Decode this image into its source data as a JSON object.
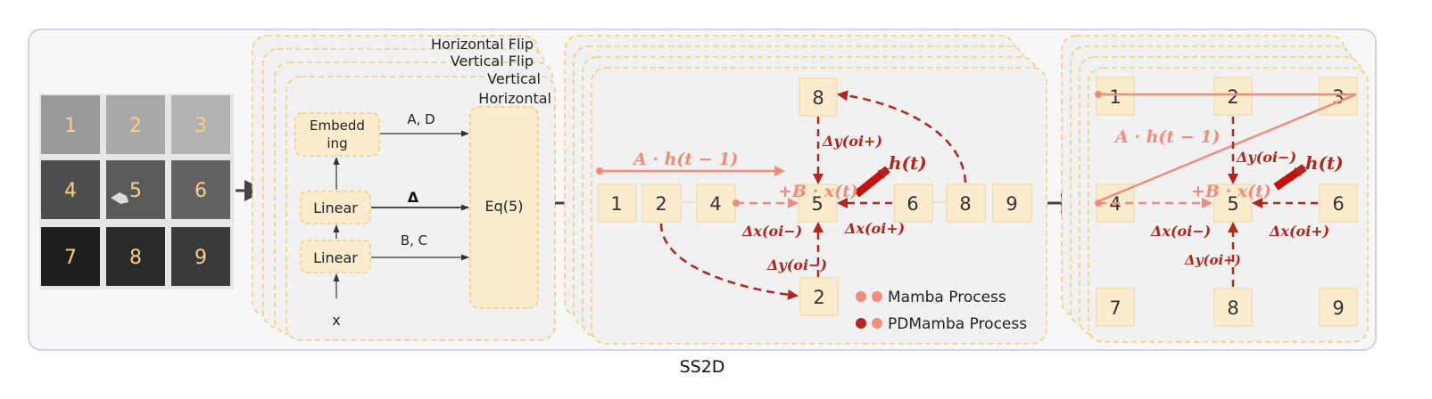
{
  "caption": "SS2D",
  "grid_cells": [
    "1",
    "2",
    "3",
    "4",
    "5",
    "6",
    "7",
    "8",
    "9"
  ],
  "stack_labels": [
    "Horizontal Flip",
    "Vertical Flip",
    "Vertical",
    "Horizontal"
  ],
  "ssm": {
    "embedding": "Embedd\ning",
    "linear_top": "Linear",
    "linear_bottom": "Linear",
    "input": "x",
    "eq": "Eq(5)",
    "arrow_ad": "A, D",
    "arrow_delta": "Δ",
    "arrow_bc": "B, C"
  },
  "scan": {
    "row_cells": [
      "1",
      "2",
      "4",
      "5",
      "6",
      "8",
      "9"
    ],
    "top_cell": "8",
    "bottom_cell": "2",
    "dots": "·····",
    "ah_label": "A · h(t − 1)",
    "bx_label": "+B · x(t)",
    "h_label": "h(t)",
    "delta_y_minus": "Δy(oi−)",
    "delta_y_plus": "Δy(oi+)",
    "delta_x_minus": "Δx(oi−)",
    "delta_x_plus": "Δx(oi+)"
  },
  "legend": [
    "Mamba Process",
    "PDMamba Process"
  ],
  "grid2_cells": [
    "1",
    "2",
    "3",
    "4",
    "5",
    "6",
    "7",
    "8",
    "9"
  ],
  "colors": {
    "cell_fill": "#fbeccd",
    "cell_stroke": "#f0d5a0",
    "dash_border": "#f2cf7a",
    "panel": "#f1f1f1",
    "light_red": "#f08c7c",
    "dark_red": "#b3261e",
    "grid_num": "#f5d08a"
  }
}
